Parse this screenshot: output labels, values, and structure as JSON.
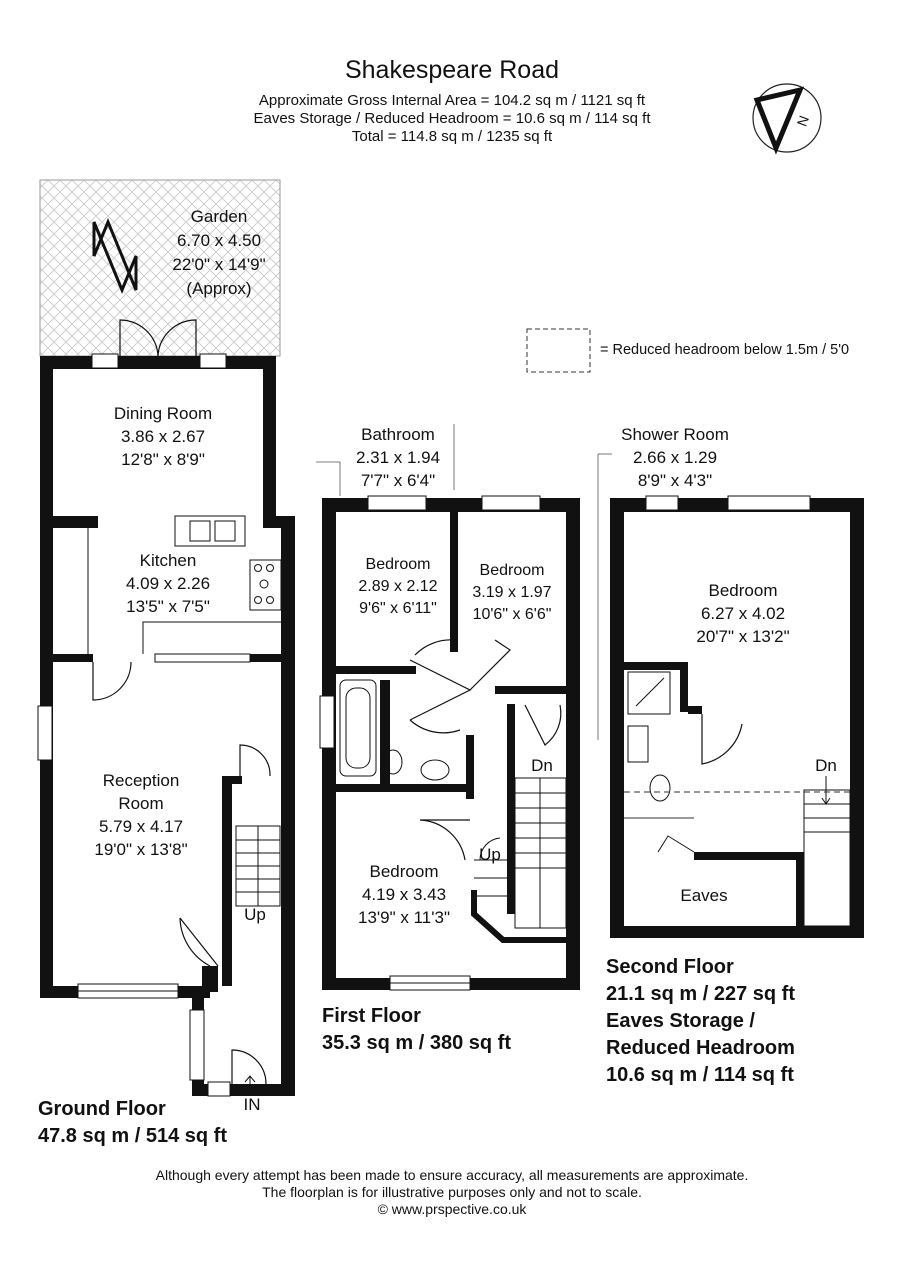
{
  "header": {
    "title": "Shakespeare Road",
    "line1": "Approximate Gross Internal Area = 104.2 sq m / 1121 sq ft",
    "line2": "Eaves Storage / Reduced Headroom = 10.6 sq m / 114 sq ft",
    "line3": "Total = 114.8 sq m / 1235 sq ft"
  },
  "compass": {
    "letter": "N"
  },
  "legend": {
    "text": "= Reduced headroom below 1.5m / 5'0"
  },
  "rooms": {
    "garden": {
      "name": "Garden",
      "metric": "6.70 x 4.50",
      "imperial": "22'0\" x 14'9\"",
      "note": "(Approx)"
    },
    "dining": {
      "name": "Dining Room",
      "metric": "3.86 x 2.67",
      "imperial": "12'8\" x 8'9\""
    },
    "kitchen": {
      "name": "Kitchen",
      "metric": "4.09 x 2.26",
      "imperial": "13'5\" x 7'5\""
    },
    "reception": {
      "name1": "Reception",
      "name2": "Room",
      "metric": "5.79 x 4.17",
      "imperial": "19'0\" x 13'8\""
    },
    "bathroom": {
      "name": "Bathroom",
      "metric": "2.31 x 1.94",
      "imperial": "7'7\" x 6'4\""
    },
    "bedroom1": {
      "name": "Bedroom",
      "metric": "2.89 x 2.12",
      "imperial": "9'6\" x 6'11\""
    },
    "bedroom2": {
      "name": "Bedroom",
      "metric": "3.19 x 1.97",
      "imperial": "10'6\" x 6'6\""
    },
    "bedroom3": {
      "name": "Bedroom",
      "metric": "4.19 x 3.43",
      "imperial": "13'9\" x 11'3\""
    },
    "shower": {
      "name": "Shower Room",
      "metric": "2.66 x 1.29",
      "imperial": "8'9\" x 4'3\""
    },
    "bedroom4": {
      "name": "Bedroom",
      "metric": "6.27 x 4.02",
      "imperial": "20'7\" x 13'2\""
    },
    "eaves": {
      "name": "Eaves"
    }
  },
  "stairs": {
    "up_ground": "Up",
    "up_first": "Up",
    "dn_first": "Dn",
    "dn_second": "Dn",
    "entrance": "IN"
  },
  "floors": {
    "ground": {
      "name": "Ground Floor",
      "area": "47.8 sq m / 514 sq ft"
    },
    "first": {
      "name": "First Floor",
      "area": "35.3 sq m / 380 sq ft"
    },
    "second": {
      "name": "Second Floor",
      "area": "21.1 sq m / 227 sq ft",
      "eaves1": "Eaves Storage /",
      "eaves2": "Reduced Headroom",
      "eaves3": "10.6 sq m / 114 sq ft"
    }
  },
  "footer": {
    "line1": "Although every attempt has been made to ensure accuracy, all measurements are approximate.",
    "line2": "The floorplan is for illustrative purposes only and not to scale.",
    "line3": "© www.prspective.co.uk"
  }
}
